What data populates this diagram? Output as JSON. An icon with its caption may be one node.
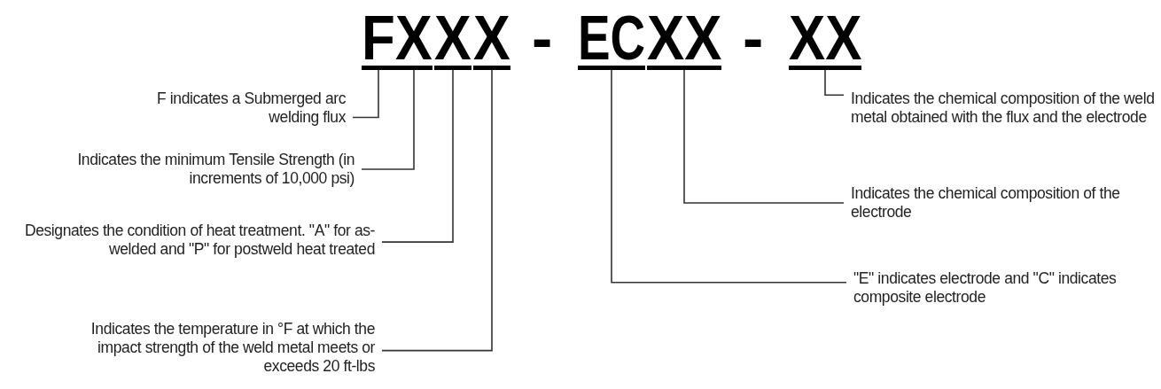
{
  "diagram": {
    "nodes": [
      {
        "text": [
          "F"
        ]
      },
      {
        "text": [
          "X"
        ]
      },
      {
        "text": [
          "X"
        ]
      },
      {
        "text": [
          "X"
        ]
      },
      {
        "text": [
          "EC"
        ]
      },
      {
        "text": [
          "XX"
        ]
      },
      {
        "text": [
          "XX"
        ]
      },
      {
        "text": [
          "F indicates a Submerged arc welding flux"
        ]
      },
      {
        "text": [
          "Indicates the minimum Tensile Strength (in increments of 10,000 psi)"
        ]
      },
      {
        "text": [
          "Designates the condition of heat treatment. \"A\" for as-welded and \"P\" for postweld heat treated"
        ]
      },
      {
        "text": [
          "Indicates the temperature in °F at which the impact strength of the weld metal meets or exceeds 20 ft-lbs"
        ]
      },
      {
        "text": [
          "Indicates the chemical composition of the weld metal obtained with the flux and the electrode"
        ]
      },
      {
        "text": [
          "Indicates the chemical composition of the electrode"
        ]
      },
      {
        "text": [
          "\"E\" indicates electrode and \"C\" indicates composite electrode"
        ]
      }
    ],
    "edges": [
      {
        "from": 7,
        "to": 0,
        "arrow": "none"
      },
      {
        "from": 8,
        "to": 1,
        "arrow": "none"
      },
      {
        "from": 9,
        "to": 2,
        "arrow": "none"
      },
      {
        "from": 10,
        "to": 3,
        "arrow": "none"
      },
      {
        "from": 11,
        "to": 6,
        "arrow": "none"
      },
      {
        "from": 12,
        "to": 5,
        "arrow": "none"
      },
      {
        "from": 13,
        "to": 4,
        "arrow": "none"
      }
    ],
    "labels": [
      "-",
      "-"
    ]
  }
}
